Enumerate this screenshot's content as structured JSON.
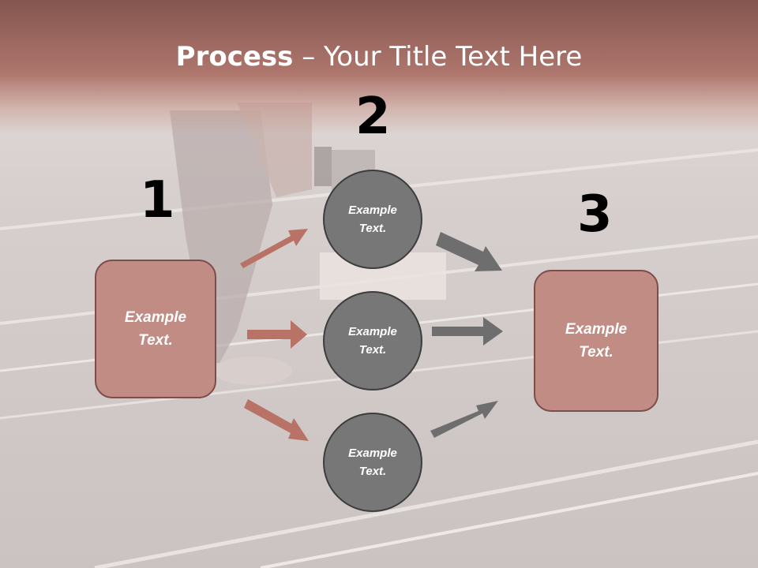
{
  "title": {
    "bold": "Process",
    "dash": " – ",
    "rest": "Your Title Text Here"
  },
  "steps": {
    "one": "1",
    "two": "2",
    "three": "3"
  },
  "left_box": {
    "text": "Example Text."
  },
  "right_box": {
    "text": "Example Text."
  },
  "circles": [
    {
      "text": "Example Text."
    },
    {
      "text": "Example Text."
    },
    {
      "text": "Example Text."
    }
  ],
  "colors": {
    "title_band": "#80504a",
    "box_fill": "#c08c84",
    "box_border": "#7c4d4a",
    "circle_fill": "#777777",
    "arrow_left": "#b97366",
    "arrow_right": "#6e6e6e"
  }
}
